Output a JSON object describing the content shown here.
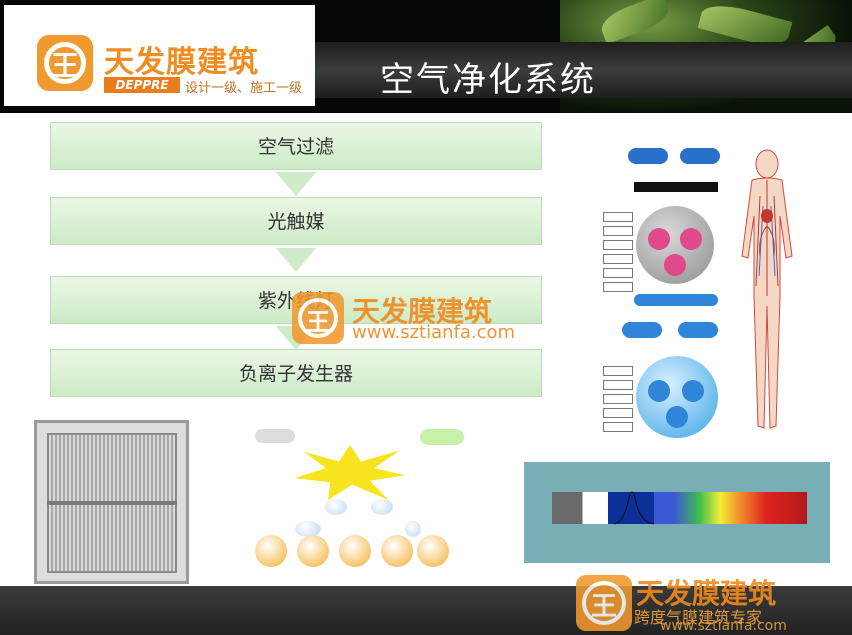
{
  "header": {
    "title": "空气净化系统",
    "brand_name": "天发膜建筑",
    "brand_en": "DEPPRE",
    "slogan": "设计一级、施工一级"
  },
  "flow": {
    "steps": [
      "空气过滤",
      "光触媒",
      "紫外线灯",
      "负离子发生器"
    ]
  },
  "watermark": {
    "brand_name": "天发膜建筑",
    "url": "www.sztianfa.com",
    "footer_slogan": "跨度气膜建筑专家",
    "footer_url": "www.sztianfa.com"
  },
  "colors": {
    "brand_orange": "#f0992e",
    "flow_green": "#cdeac7",
    "header_dark": "#050806"
  }
}
